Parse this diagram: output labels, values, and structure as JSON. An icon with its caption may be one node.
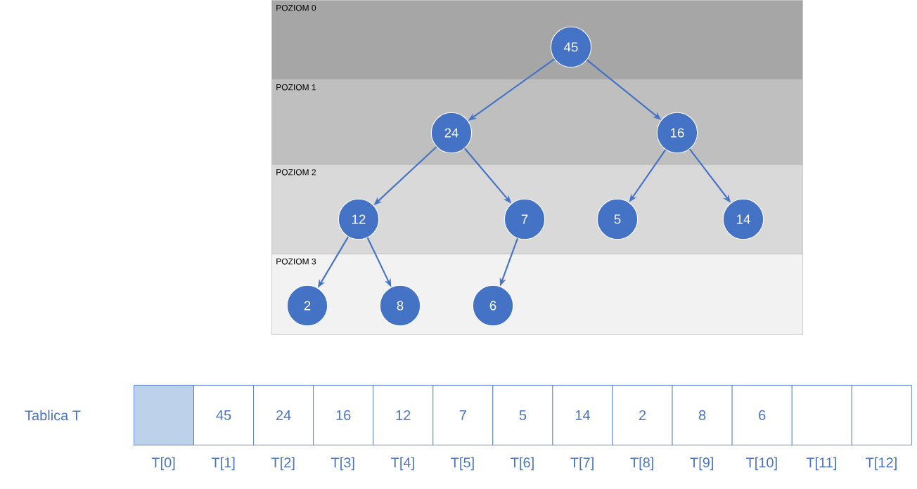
{
  "diagram": {
    "nodes": [
      {
        "text": [
          "POZIOM 0"
        ]
      },
      {
        "text": [
          "45"
        ],
        "in": 0
      },
      {
        "text": [
          "POZIOM 1"
        ]
      },
      {
        "text": [
          "24"
        ],
        "in": 2
      },
      {
        "text": [
          "16"
        ],
        "in": 2
      },
      {
        "text": [
          "POZIOM 2"
        ]
      },
      {
        "text": [
          "12"
        ],
        "in": 5
      },
      {
        "text": [
          "7"
        ],
        "in": 5
      },
      {
        "text": [
          "5"
        ],
        "in": 5
      },
      {
        "text": [
          "14"
        ],
        "in": 5
      },
      {
        "text": [
          "POZIOM 3"
        ]
      },
      {
        "text": [
          "2"
        ],
        "in": 10
      },
      {
        "text": [
          "8"
        ],
        "in": 10
      },
      {
        "text": [
          "6"
        ],
        "in": 10
      },
      {
        "text": [],
        "shape": "box",
        "beside": [
          "T[0]"
        ]
      },
      {
        "text": [
          "45"
        ],
        "beside": [
          "T[1]"
        ]
      },
      {
        "text": [
          "24"
        ],
        "beside": [
          "T[2]"
        ]
      },
      {
        "text": [
          "16"
        ],
        "beside": [
          "T[3]"
        ]
      },
      {
        "text": [
          "12"
        ],
        "beside": [
          "T[4]"
        ]
      },
      {
        "text": [
          "7"
        ],
        "beside": [
          "T[5]"
        ]
      },
      {
        "text": [
          "5"
        ],
        "beside": [
          "T[6]"
        ]
      },
      {
        "text": [
          "14"
        ],
        "beside": [
          "T[7]"
        ]
      },
      {
        "text": [
          "2"
        ],
        "beside": [
          "T[8]"
        ]
      },
      {
        "text": [
          "8"
        ],
        "beside": [
          "T[9]"
        ]
      },
      {
        "text": [
          "6"
        ],
        "beside": [
          "T[10]"
        ]
      },
      {
        "text": [],
        "shape": "box",
        "beside": [
          "T[11]"
        ]
      },
      {
        "text": [],
        "shape": "box",
        "beside": [
          "T[12]"
        ]
      }
    ],
    "edges": [
      {
        "from": 1,
        "to": 3,
        "arrow": "to"
      },
      {
        "from": 1,
        "to": 4,
        "arrow": "to"
      },
      {
        "from": 3,
        "to": 6,
        "arrow": "to"
      },
      {
        "from": 3,
        "to": 7,
        "arrow": "to"
      },
      {
        "from": 4,
        "to": 8,
        "arrow": "to"
      },
      {
        "from": 4,
        "to": 9,
        "arrow": "to"
      },
      {
        "from": 6,
        "to": 11,
        "arrow": "to"
      },
      {
        "from": 6,
        "to": 12,
        "arrow": "to"
      },
      {
        "from": 7,
        "to": 13,
        "arrow": "to"
      }
    ],
    "labels": [
      "Tablica T"
    ]
  }
}
